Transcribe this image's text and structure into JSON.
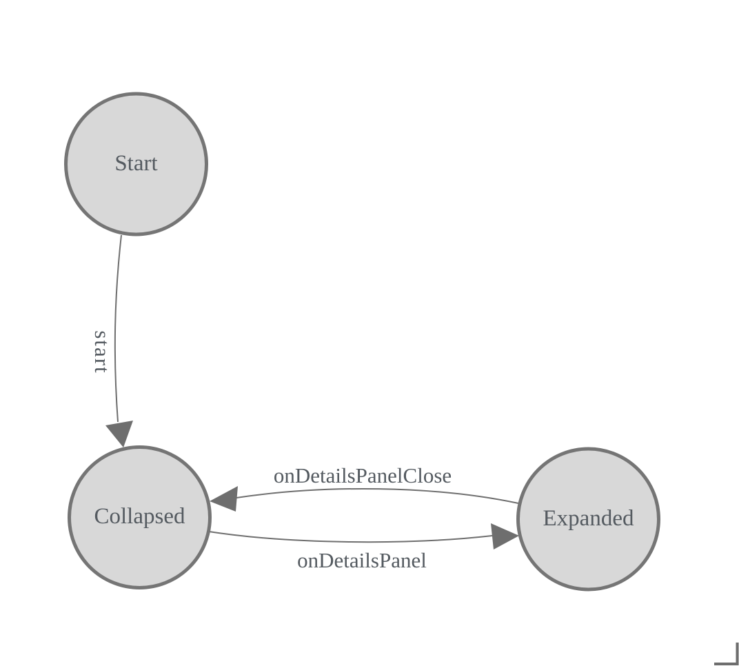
{
  "diagram": {
    "type": "state-machine-diagram",
    "background": "#ffffff",
    "nodes": [
      {
        "id": "start-state",
        "label": "Start"
      },
      {
        "id": "collapsed-state",
        "label": "Collapsed"
      },
      {
        "id": "expanded-state",
        "label": "Expanded"
      }
    ],
    "edges": [
      {
        "id": "start-transition",
        "from": "Start",
        "to": "Collapsed",
        "label": "start"
      },
      {
        "id": "close-transition",
        "from": "Expanded",
        "to": "Collapsed",
        "label": "onDetailsPanelClose"
      },
      {
        "id": "open-transition",
        "from": "Collapsed",
        "to": "Expanded",
        "label": "onDetailsPanel"
      }
    ],
    "colors": {
      "node_fill": "#d8d8d8",
      "node_stroke": "#757575",
      "edge_stroke": "#6e6e6e",
      "label_text": "#545a60"
    }
  }
}
